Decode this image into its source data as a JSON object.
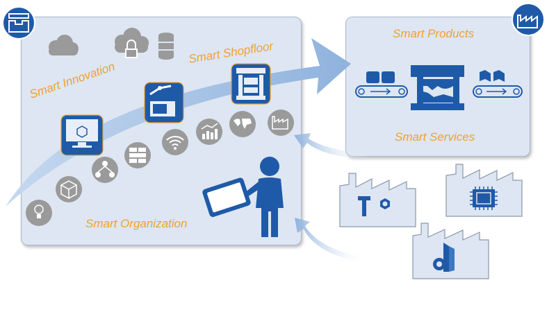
{
  "labels": {
    "smart_innovation": "Smart Innovation",
    "smart_shopfloor": "Smart Shopfloor",
    "smart_products": "Smart Products",
    "smart_services": "Smart Services",
    "smart_organization": "Smart Organization"
  },
  "colors": {
    "accent_orange": "#f0a030",
    "primary_blue": "#1f5aa8",
    "arrow_blue": "#9ab9e0",
    "panel_bg": "#dde6f2",
    "icon_gray": "#9a9a9a"
  },
  "icons": {
    "left_badge": "mold-press-icon",
    "right_badge": "factory-icon",
    "cloud_row": [
      "cloud-icon",
      "cloud-lock-icon",
      "database-icon"
    ],
    "tiles": [
      "monitor-cube-icon",
      "robot-arm-icon",
      "press-machine-icon"
    ],
    "stairs": [
      "lightbulb-icon",
      "cube-icon",
      "network-people-icon",
      "building-blocks-icon",
      "wifi-icon",
      "chart-icon",
      "world-map-icon",
      "factory-icon"
    ],
    "factories": [
      "tools-factory-icon",
      "chip-factory-icon",
      "data-factory-icon"
    ]
  }
}
